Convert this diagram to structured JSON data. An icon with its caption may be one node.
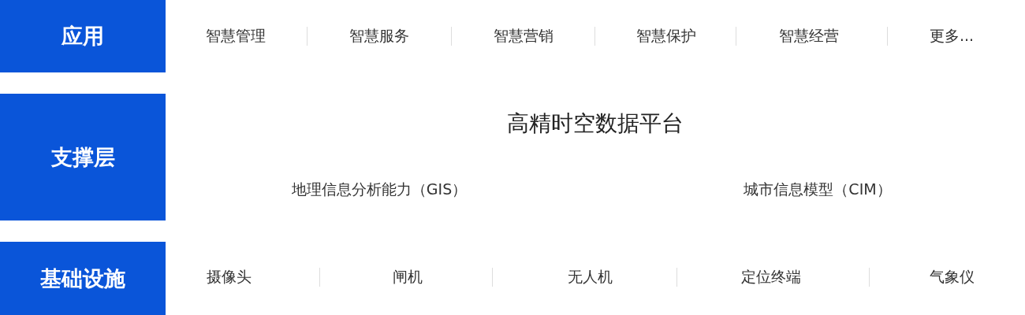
{
  "diagram": {
    "nodes": [
      {
        "text": [
          "应用"
        ]
      },
      {
        "text": [
          "支撑层"
        ]
      },
      {
        "text": [
          "基础设施"
        ]
      }
    ],
    "labels": [
      "智慧管理",
      "智慧服务",
      "智慧营销",
      "智慧保护",
      "智慧经营",
      "更多...",
      "高精时空数据平台",
      "地理信息分析能力（GIS）",
      "城市信息模型（CIM）",
      "摄像头",
      "闸机",
      "无人机",
      "定位终端",
      "气象仪"
    ]
  }
}
